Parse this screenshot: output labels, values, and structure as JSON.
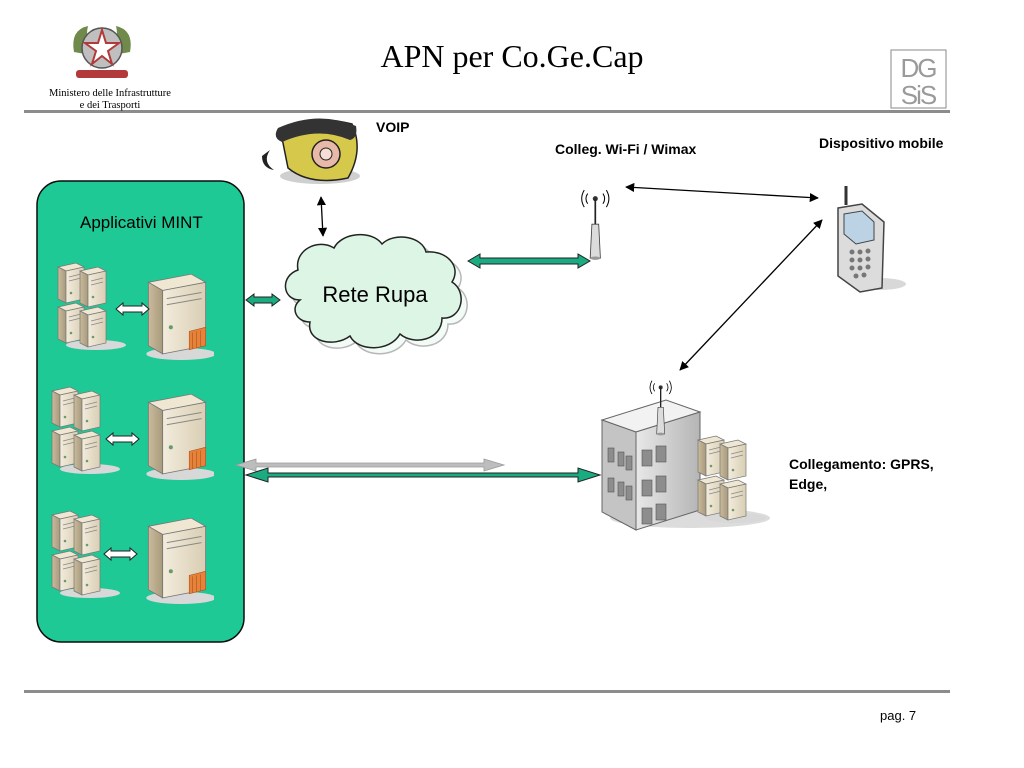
{
  "header": {
    "title": "APN per Co.Ge.Cap",
    "ministry_line1": "Ministero delle Infrastrutture",
    "ministry_line2": "e dei Trasporti",
    "logo_text": "DGSIS"
  },
  "diagram": {
    "voip_label": "VOIP",
    "wifi_label": "Colleg. Wi-Fi / Wimax",
    "mobile_label": "Dispositivo mobile",
    "apps_label": "Applicativi MINT",
    "network_label": "Rete Rupa",
    "gprs_label_line1": "Collegamento: GPRS,",
    "gprs_label_line2": "Edge,"
  },
  "colors": {
    "apps_panel": "#1ec996",
    "cloud": "#dcf5e4",
    "arrow_green": "#1aab80",
    "rule": "#8c8c8c"
  },
  "footer": {
    "page": "pag. 7"
  }
}
